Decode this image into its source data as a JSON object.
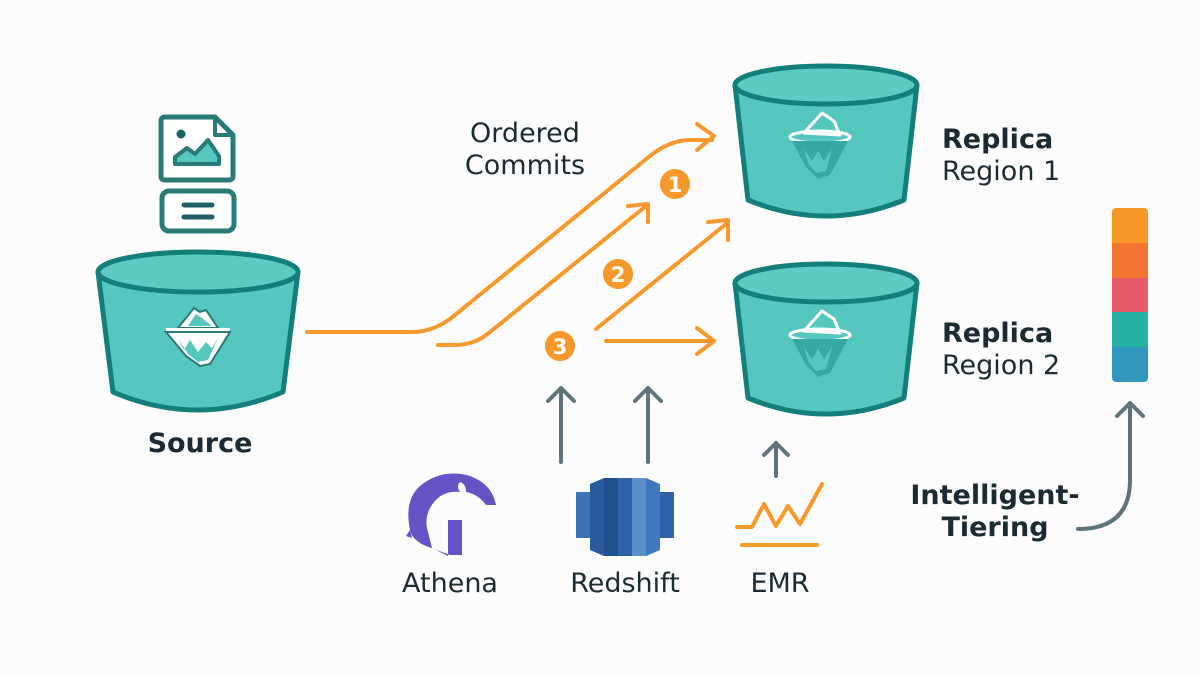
{
  "diagram": {
    "source": {
      "label": "Source",
      "icons": [
        "image-file-icon",
        "document-icon",
        "iceberg-bucket-icon"
      ]
    },
    "replicas": [
      {
        "line1": "Replica",
        "line2": "Region 1"
      },
      {
        "line1": "Replica",
        "line2": "Region 2"
      }
    ],
    "flow_label": {
      "line1": "Ordered",
      "line2": "Commits"
    },
    "commit_steps": [
      "1",
      "2",
      "3"
    ],
    "consumers": [
      {
        "label": "Athena",
        "icon": "athena-helmet-icon"
      },
      {
        "label": "Redshift",
        "icon": "redshift-icon"
      },
      {
        "label": "EMR",
        "icon": "emr-chart-icon"
      }
    ],
    "tiering": {
      "line1": "Intelligent-",
      "line2": "Tiering",
      "tier_colors": [
        "#f7982b",
        "#f47431",
        "#e65a6a",
        "#26b2a3",
        "#3197bf"
      ]
    },
    "colors": {
      "bucket_fill": "#55c7bf",
      "bucket_stroke": "#137e7a",
      "flow_orange": "#f7982b",
      "arrow_gray": "#5f737a",
      "athena_purple": "#6553c6",
      "redshift_blue": "#2f62a8"
    }
  }
}
